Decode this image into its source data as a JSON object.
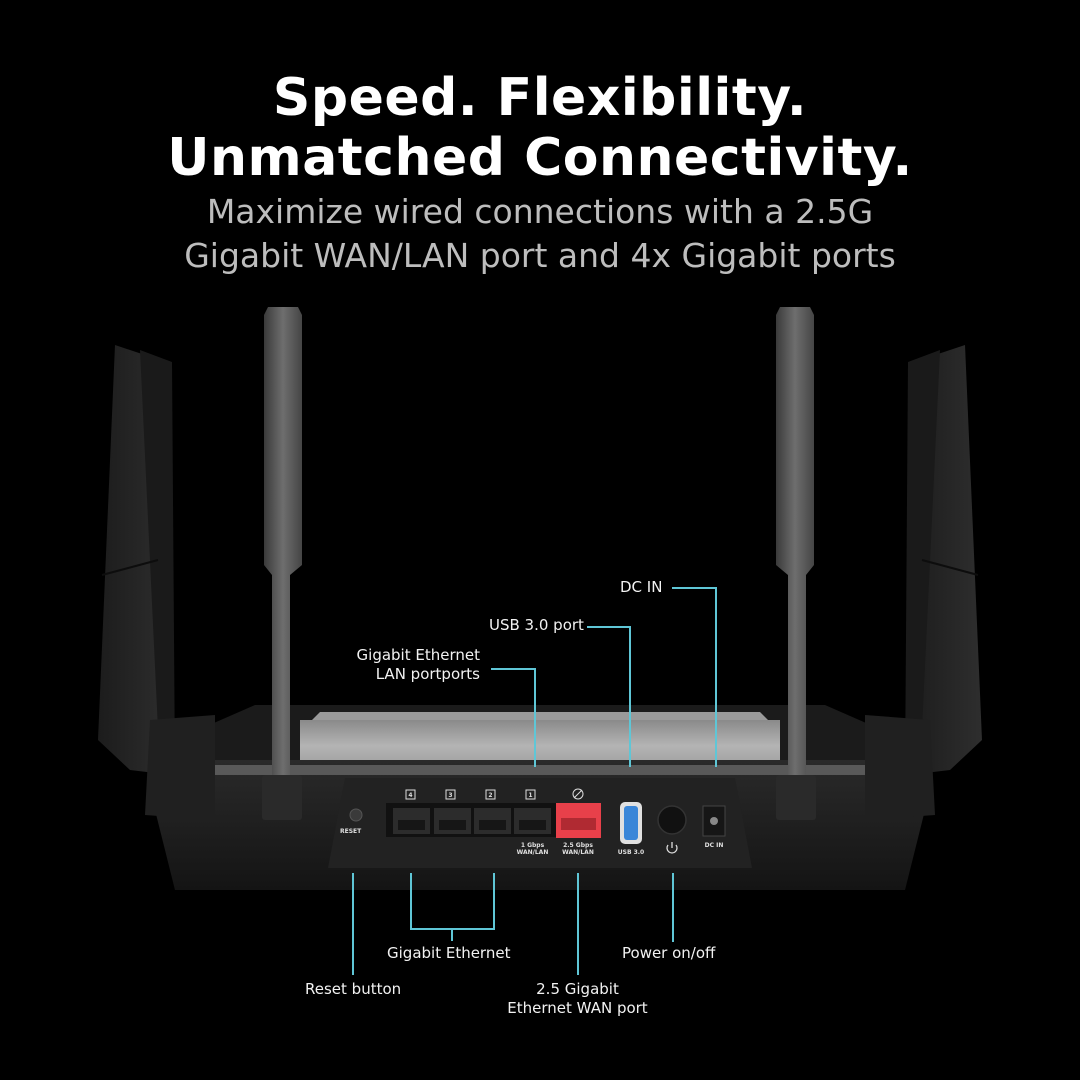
{
  "headline": {
    "line1": "Speed. Flexibility.",
    "line2": "Unmatched Connectivity."
  },
  "subheadline": {
    "line1": "Maximize wired connections with a 2.5G",
    "line2": "Gigabit WAN/LAN port and 4x Gigabit ports"
  },
  "callouts_top": {
    "dc_in": "DC IN",
    "usb": "USB 3.0 port",
    "lan_line1": "Gigabit Ethernet",
    "lan_line2": "LAN portports"
  },
  "callouts_bottom": {
    "reset": "Reset button",
    "gigabit": "Gigabit Ethernet",
    "wan_line1": "2.5 Gigabit",
    "wan_line2": "Ethernet WAN port",
    "power": "Power on/off"
  },
  "router_panel": {
    "reset_label": "RESET",
    "port_numbers": [
      "4",
      "3",
      "2",
      "1"
    ],
    "port1_label_line1": "1 Gbps",
    "port1_label_line2": "WAN/LAN",
    "wan_label_line1": "2.5 Gbps",
    "wan_label_line2": "WAN/LAN",
    "usb_label": "USB 3.0",
    "power_icon": "power-icon",
    "dc_label": "DC IN",
    "internet_icon": "globe-icon"
  },
  "colors": {
    "background": "#000000",
    "callout_line": "#5fc6d6",
    "wan_port": "#e8404a",
    "usb_port": "#3a86d8"
  }
}
